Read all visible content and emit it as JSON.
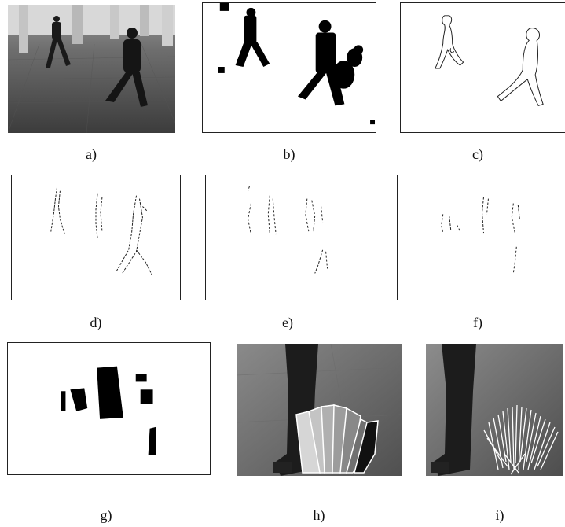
{
  "figure": {
    "panels": [
      {
        "id": "a",
        "label": "a)"
      },
      {
        "id": "b",
        "label": "b)"
      },
      {
        "id": "c",
        "label": "c)"
      },
      {
        "id": "d",
        "label": "d)"
      },
      {
        "id": "e",
        "label": "e)"
      },
      {
        "id": "f",
        "label": "f)"
      },
      {
        "id": "g",
        "label": "g)"
      },
      {
        "id": "h",
        "label": "h)"
      },
      {
        "id": "i",
        "label": "i)"
      }
    ]
  }
}
